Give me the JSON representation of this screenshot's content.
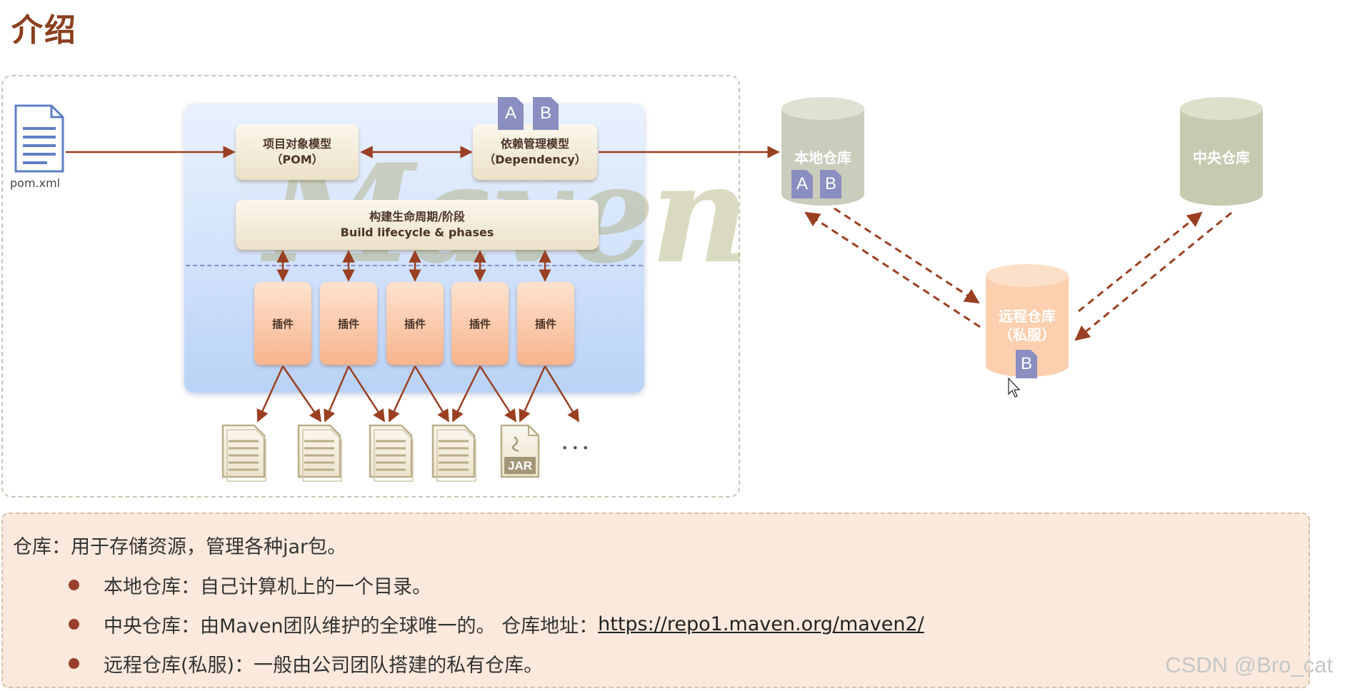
{
  "title": "介绍",
  "pom_file_label": "pom.xml",
  "watermark": "Maven",
  "model_boxes": {
    "pom": [
      "项目对象模型",
      "（POM）"
    ],
    "dependency": [
      "依赖管理模型",
      "（Dependency）"
    ],
    "lifecycle": [
      "构建生命周期/阶段",
      "Build lifecycle & phases"
    ]
  },
  "plugins": [
    "插件",
    "插件",
    "插件",
    "插件",
    "插件"
  ],
  "dependency_badges": [
    "A",
    "B"
  ],
  "output_files": [
    "doc",
    "doc",
    "doc",
    "doc",
    "jar"
  ],
  "jar_label": "JAR",
  "ellipsis": "• • •",
  "repositories": {
    "local": {
      "label": "本地仓库",
      "badges": [
        "A",
        "B"
      ],
      "color": "#c9cdbb"
    },
    "central": {
      "label": "中央仓库",
      "color": "#c5cbb1"
    },
    "remote": {
      "label_line1": "远程仓库",
      "label_line2": "（私服）",
      "badges": [
        "B"
      ],
      "color": "#fccfae"
    }
  },
  "info": {
    "lead": "仓库：用于存储资源，管理各种jar包。",
    "items": [
      {
        "label": "本地仓库：自己计算机上的一个目录。"
      },
      {
        "label": "中央仓库：由Maven团队维护的全球唯一的。 仓库地址：",
        "link": "https://repo1.maven.org/maven2/"
      },
      {
        "label": "远程仓库(私服)：一般由公司团队搭建的私有仓库。"
      }
    ]
  },
  "watermark_credit": "CSDN @Bro_cat",
  "colors": {
    "arrow": "#9a3f22",
    "title": "#8a3f1e",
    "panel": "#cfe0fa",
    "plugin": "#f9c3a0",
    "badge": "#8a8ec0"
  }
}
